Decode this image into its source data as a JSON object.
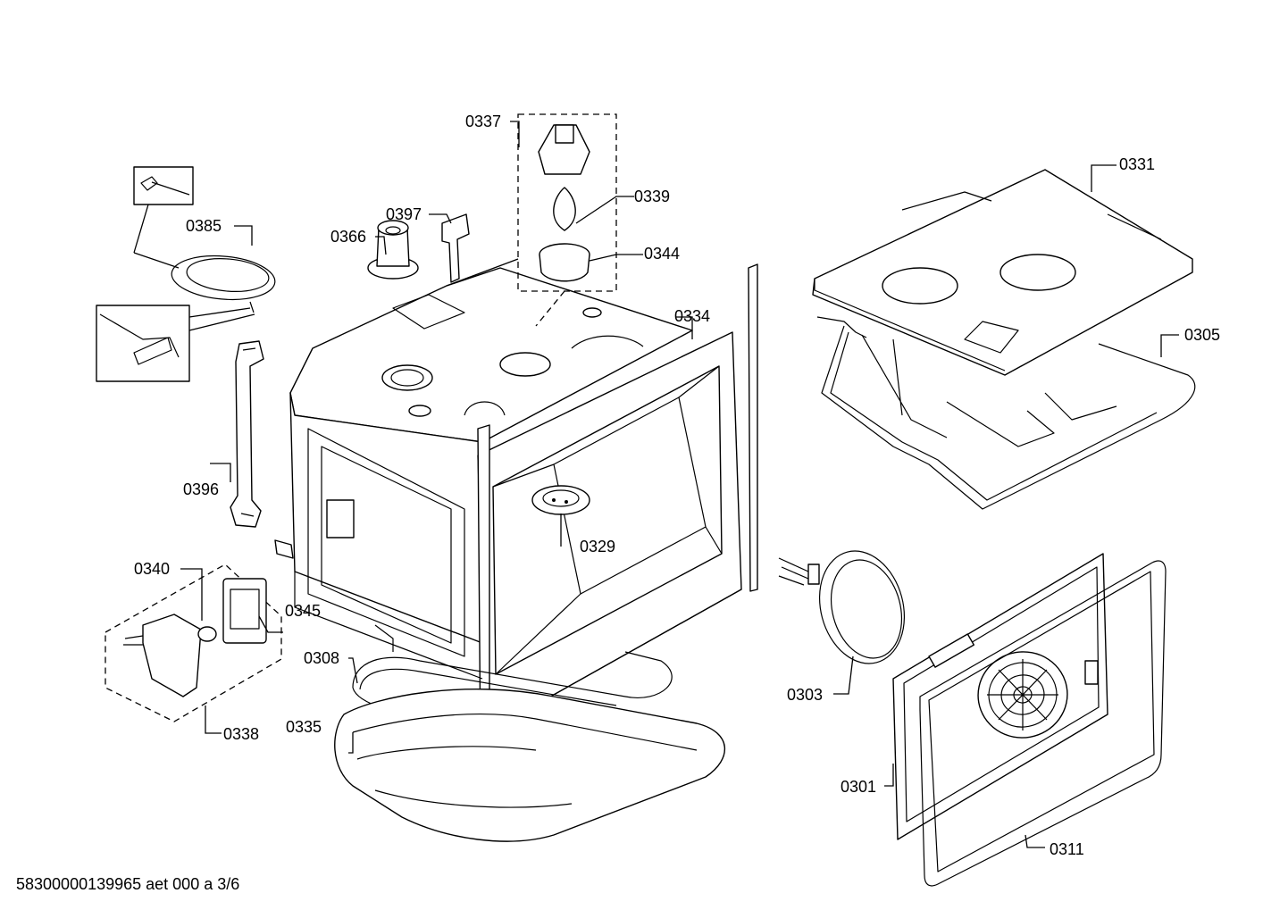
{
  "diagram": {
    "parts": {
      "p0301": "0301",
      "p0303": "0303",
      "p0305": "0305",
      "p0308": "0308",
      "p0311": "0311",
      "p0329": "0329",
      "p0331": "0331",
      "p0334": "0334",
      "p0335": "0335",
      "p0337": "0337",
      "p0338": "0338",
      "p0339": "0339",
      "p0340": "0340",
      "p0344": "0344",
      "p0345": "0345",
      "p0366": "0366",
      "p0385": "0385",
      "p0396": "0396",
      "p0397": "0397"
    },
    "footer": "58300000139965 aet 000 a 3/6"
  }
}
